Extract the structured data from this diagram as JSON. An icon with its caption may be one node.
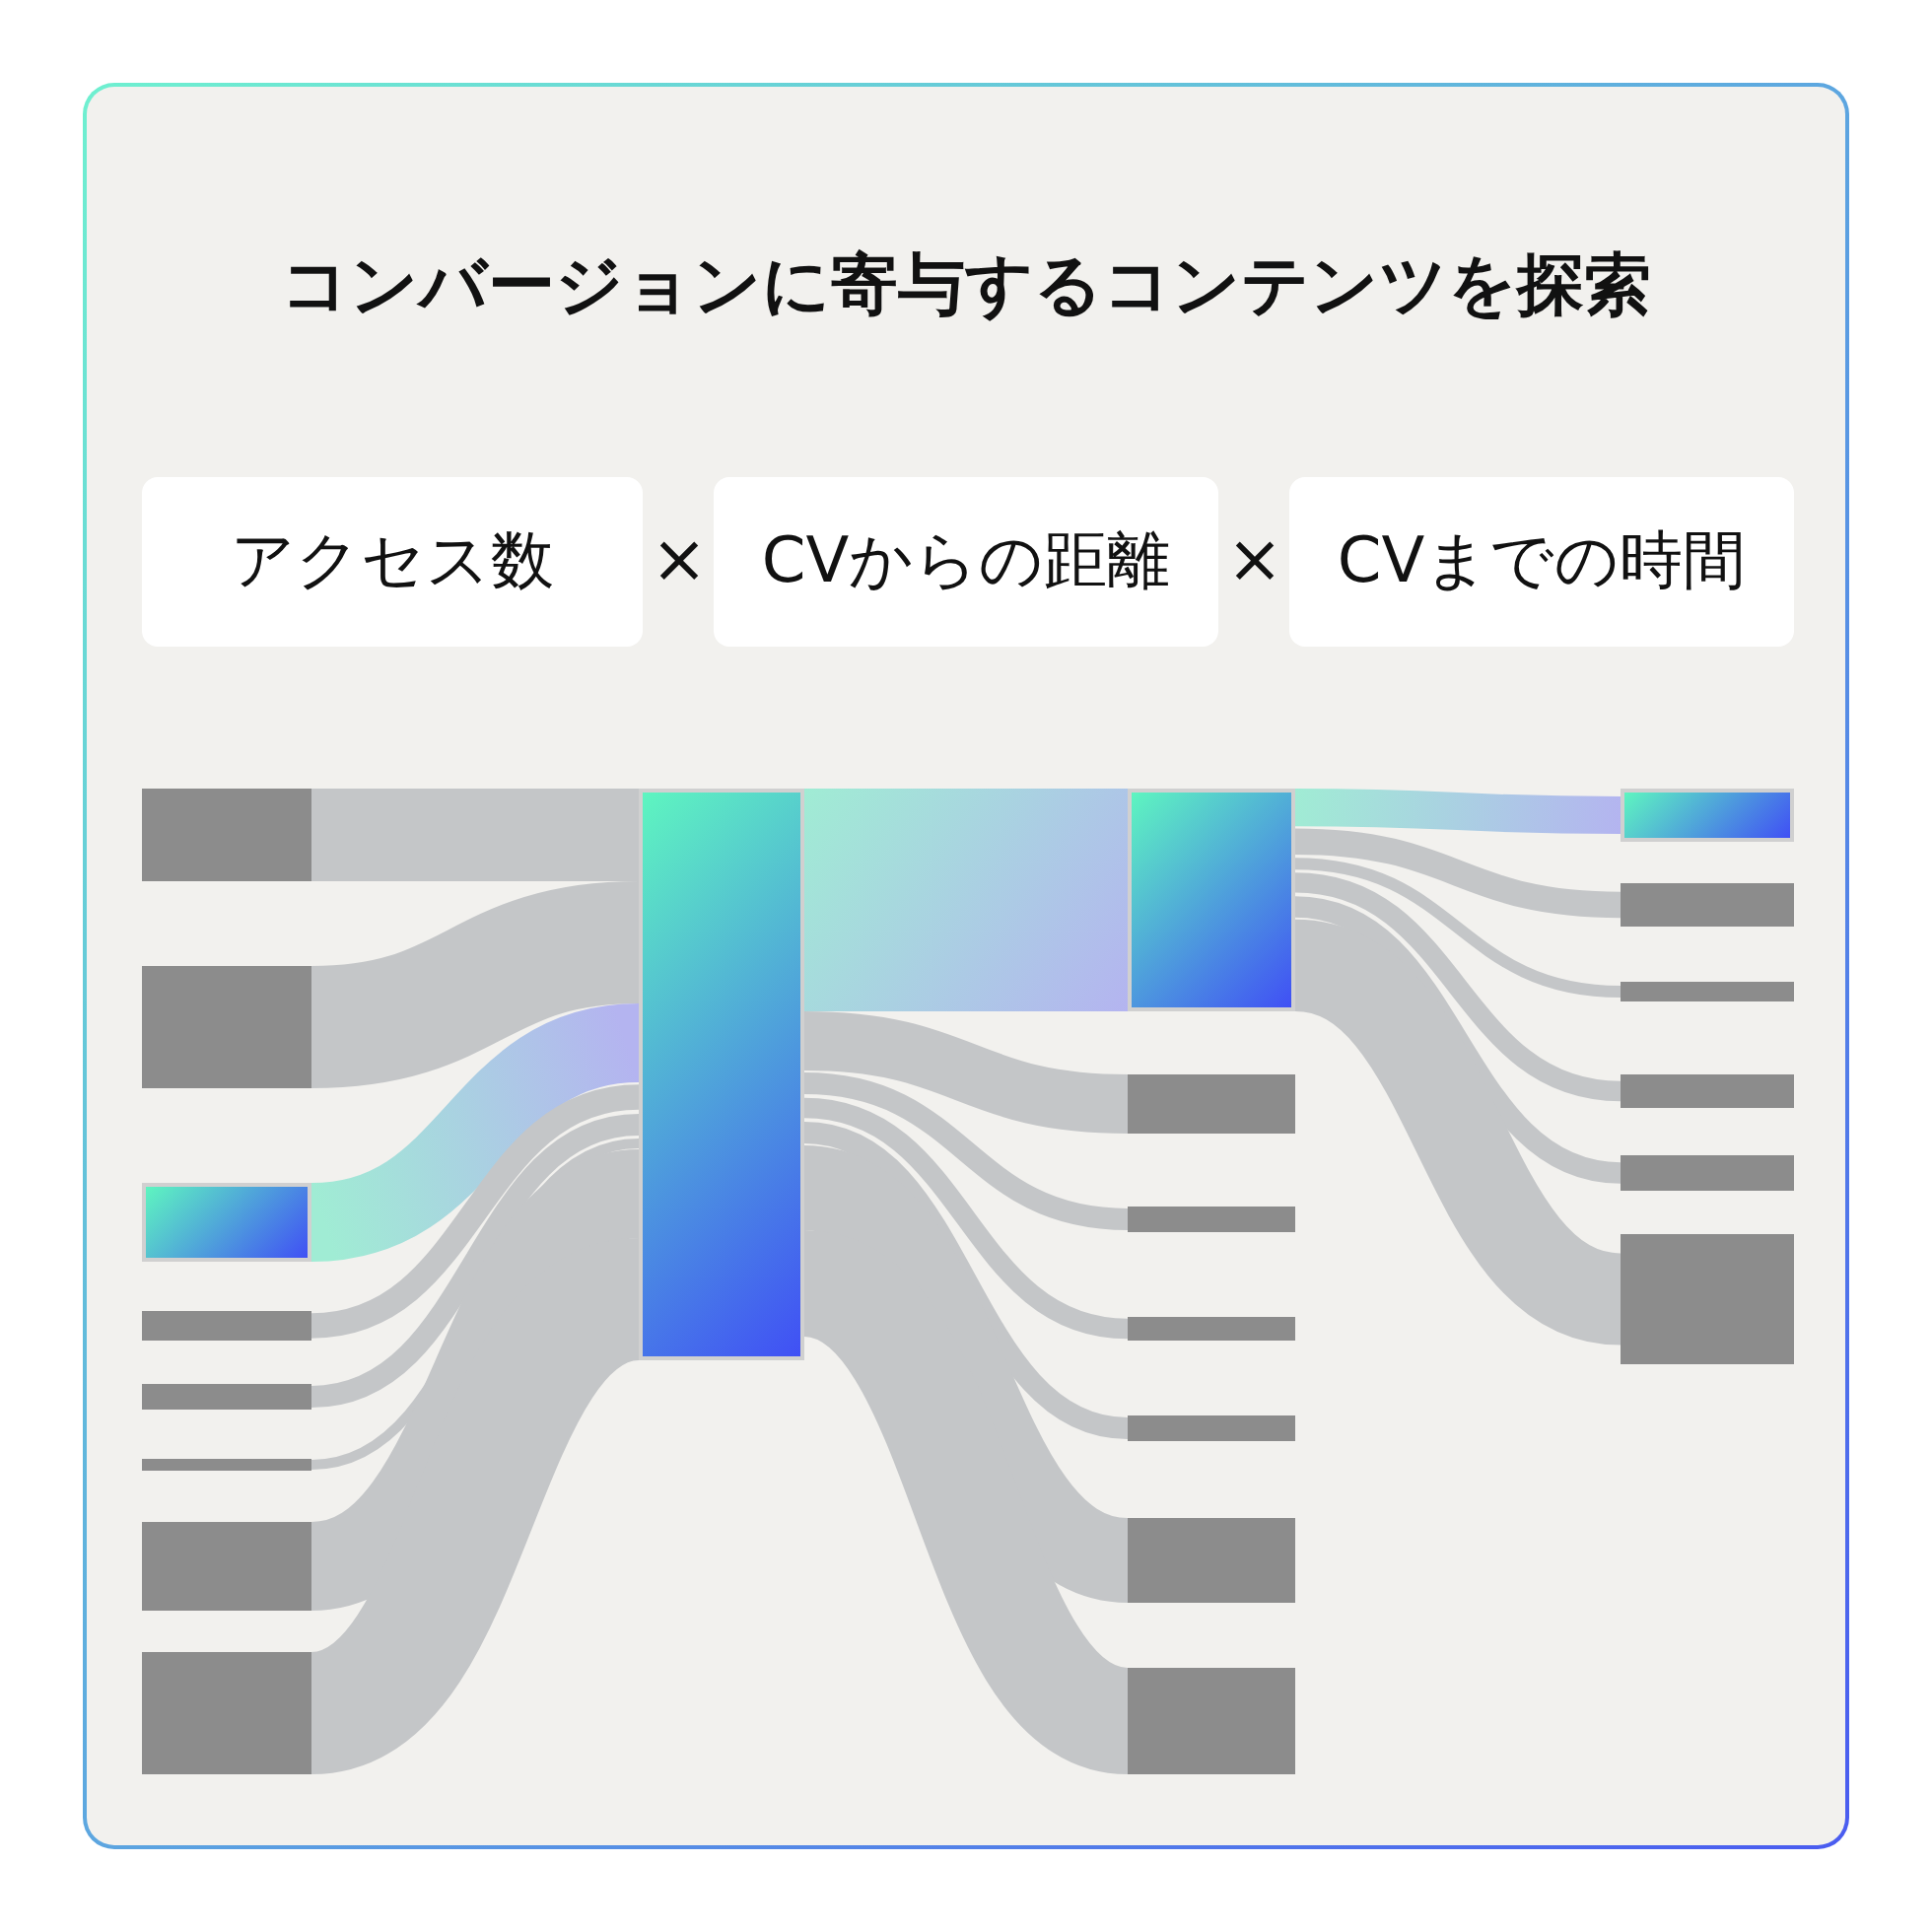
{
  "diagram": {
    "title": "コンバージョンに寄与するコンテンツを探索",
    "nodes": [
      {
        "text": [
          "アクセス数"
        ]
      },
      {
        "text": [
          "CVからの距離"
        ]
      },
      {
        "text": [
          "CVまでの時間"
        ]
      },
      {
        "text": [],
        "shape": "bar"
      },
      {
        "text": [],
        "shape": "bar"
      },
      {
        "text": [],
        "shape": "bar"
      },
      {
        "text": [],
        "shape": "bar"
      },
      {
        "text": [],
        "shape": "bar"
      },
      {
        "text": [],
        "shape": "bar"
      },
      {
        "text": [],
        "shape": "bar"
      },
      {
        "text": [],
        "shape": "bar"
      },
      {
        "text": [],
        "shape": "bar"
      },
      {
        "text": [],
        "shape": "bar"
      },
      {
        "text": [],
        "shape": "bar"
      },
      {
        "text": [],
        "shape": "bar"
      },
      {
        "text": [],
        "shape": "bar"
      },
      {
        "text": [],
        "shape": "bar"
      },
      {
        "text": [],
        "shape": "bar"
      },
      {
        "text": [],
        "shape": "bar"
      },
      {
        "text": [],
        "shape": "bar"
      },
      {
        "text": [],
        "shape": "bar"
      },
      {
        "text": [],
        "shape": "bar"
      },
      {
        "text": [],
        "shape": "bar"
      },
      {
        "text": [],
        "shape": "bar"
      },
      {
        "text": [],
        "shape": "bar"
      }
    ],
    "edges": [
      {
        "from": 3,
        "to": 11,
        "arrow": "none",
        "style": "thick"
      },
      {
        "from": 4,
        "to": 11,
        "arrow": "none",
        "style": "thick"
      },
      {
        "from": 5,
        "to": 11,
        "arrow": "none",
        "style": "thick",
        "color": "#a0ecd4"
      },
      {
        "from": 6,
        "to": 11,
        "arrow": "none"
      },
      {
        "from": 7,
        "to": 11,
        "arrow": "none"
      },
      {
        "from": 8,
        "to": 11,
        "arrow": "none"
      },
      {
        "from": 9,
        "to": 11,
        "arrow": "none",
        "style": "thick"
      },
      {
        "from": 10,
        "to": 11,
        "arrow": "none",
        "style": "thick"
      },
      {
        "from": 11,
        "to": 12,
        "arrow": "none",
        "style": "thick",
        "color": "#a0ecd4"
      },
      {
        "from": 11,
        "to": 13,
        "arrow": "none",
        "style": "thick"
      },
      {
        "from": 11,
        "to": 14,
        "arrow": "none"
      },
      {
        "from": 11,
        "to": 15,
        "arrow": "none"
      },
      {
        "from": 11,
        "to": 16,
        "arrow": "none"
      },
      {
        "from": 11,
        "to": 17,
        "arrow": "none",
        "style": "thick"
      },
      {
        "from": 11,
        "to": 18,
        "arrow": "none",
        "style": "thick"
      },
      {
        "from": 12,
        "to": 19,
        "arrow": "none",
        "style": "thick",
        "color": "#a0ecd4"
      },
      {
        "from": 12,
        "to": 20,
        "arrow": "none"
      },
      {
        "from": 12,
        "to": 21,
        "arrow": "none"
      },
      {
        "from": 12,
        "to": 22,
        "arrow": "none"
      },
      {
        "from": 12,
        "to": 23,
        "arrow": "none"
      },
      {
        "from": 12,
        "to": 24,
        "arrow": "none",
        "style": "thick"
      }
    ],
    "labels": [
      "×",
      "×"
    ]
  }
}
